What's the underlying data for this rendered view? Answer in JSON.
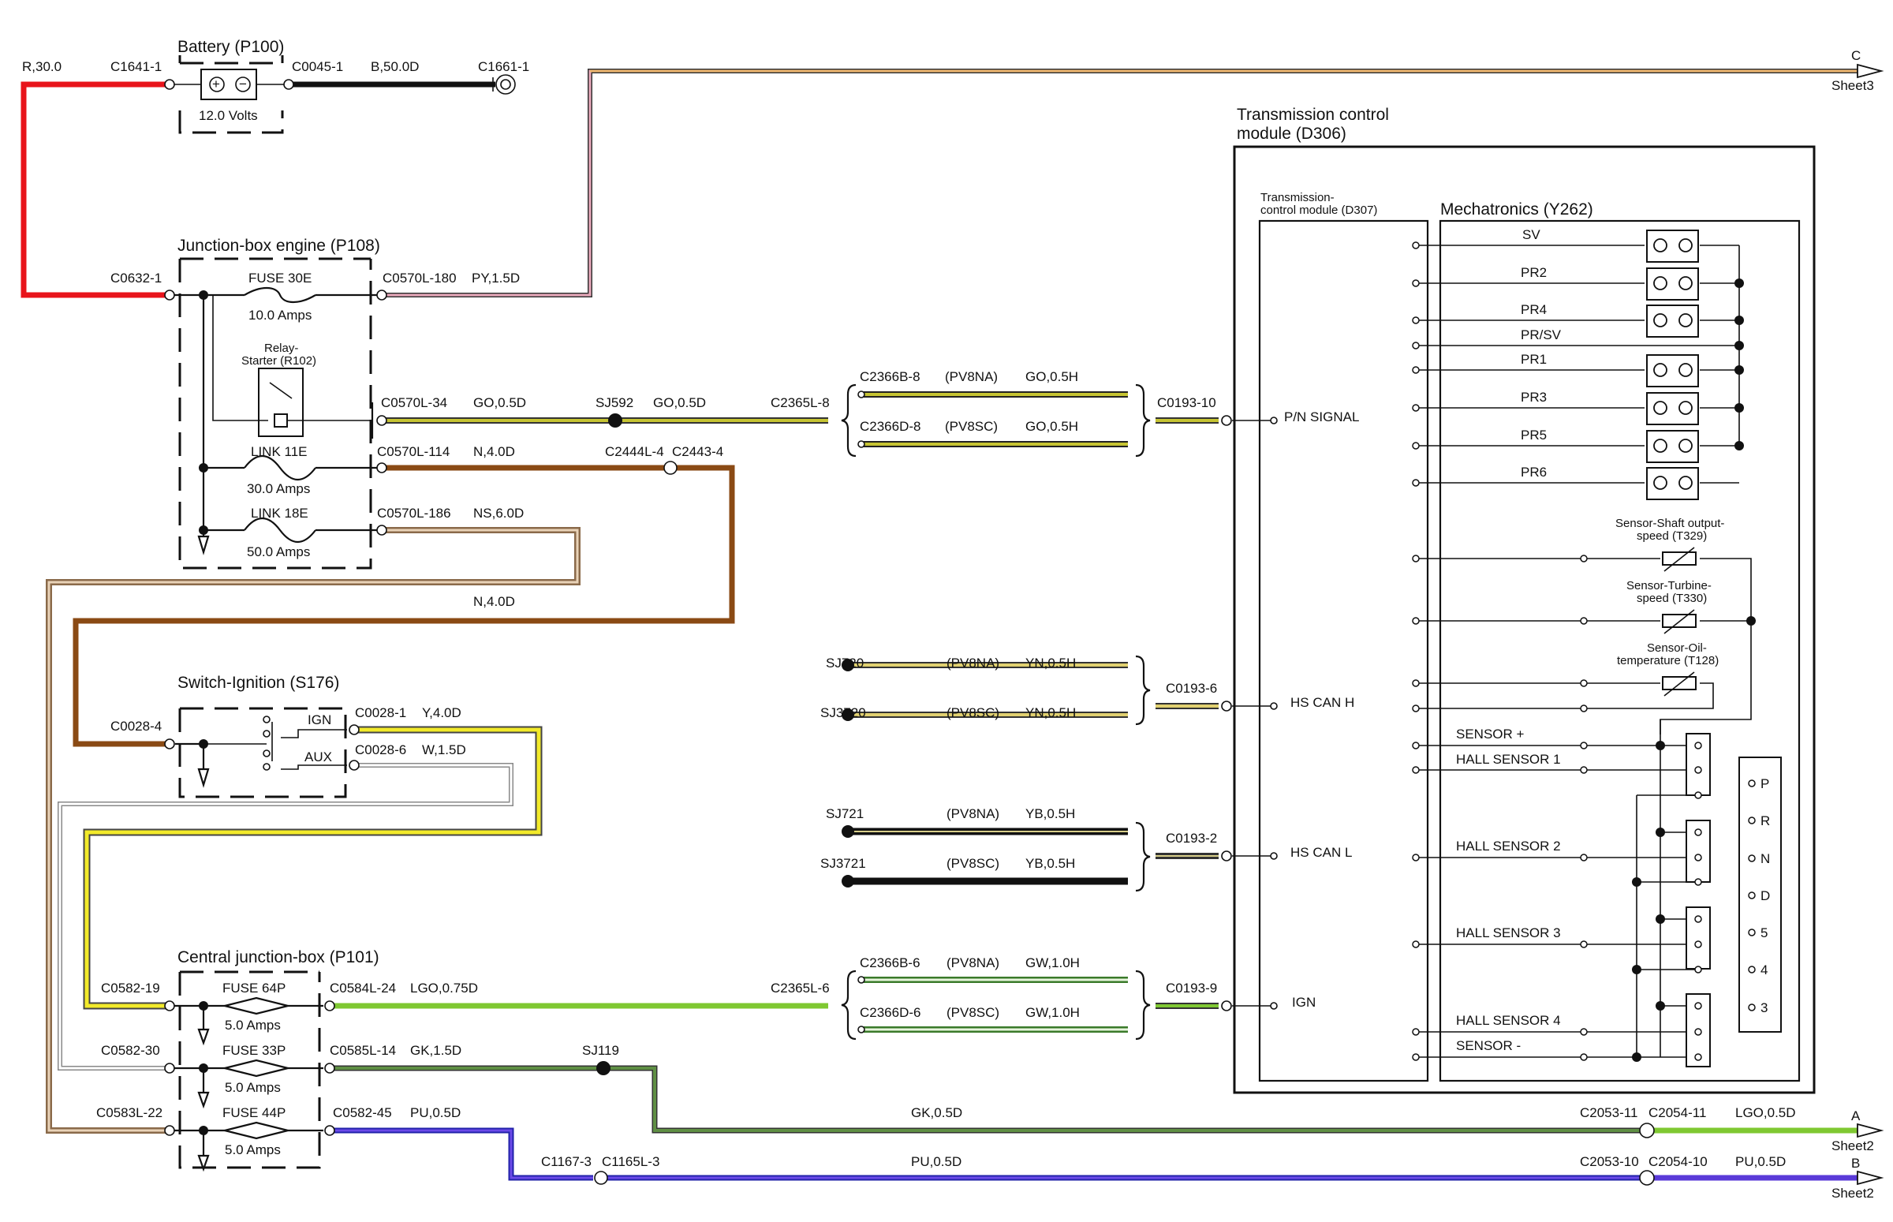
{
  "colors": {
    "red": "#e8141b",
    "black": "#111111",
    "pink": "#e9a9bb",
    "orange": "#f0b870",
    "yellow": "#f2ea2a",
    "brown": "#8a4a14",
    "tan": "#c9a98a",
    "grey": "#b5b5a8",
    "green": "#7fc832",
    "darkgreen": "#5f8f44",
    "gold": "#c6c433",
    "purple": "#5a3ad8"
  },
  "components": {
    "battery": {
      "title": "Battery (P100)",
      "voltage": "12.0 Volts"
    },
    "junction_box_engine": {
      "title": "Junction-box engine (P108)"
    },
    "relay": {
      "line1": "Relay-",
      "line2": "Starter (R102)"
    },
    "switch_ignition": {
      "title": "Switch-Ignition (S176)",
      "ign": "IGN",
      "aux": "AUX"
    },
    "central_junction_box": {
      "title": "Central junction-box (P101)"
    },
    "tcm": {
      "line1": "Transmission control",
      "line2": "module (D306)"
    },
    "tcm_inner": {
      "line1": "Transmission-",
      "line2": "control module (D307)"
    },
    "mechatronics": {
      "title": "Mechatronics (Y262)"
    }
  },
  "fuses": {
    "fuse30e": {
      "name": "FUSE 30E",
      "rating": "10.0 Amps"
    },
    "link11e": {
      "name": "LINK 11E",
      "rating": "30.0 Amps"
    },
    "link18e": {
      "name": "LINK 18E",
      "rating": "50.0 Amps"
    },
    "fuse64p": {
      "name": "FUSE 64P",
      "rating": "5.0 Amps"
    },
    "fuse33p": {
      "name": "FUSE 33P",
      "rating": "5.0 Amps"
    },
    "fuse44p": {
      "name": "FUSE 44P",
      "rating": "5.0 Amps"
    }
  },
  "labels": {
    "r30": "R,30.0",
    "c1641": "C1641-1",
    "c0045": "C0045-1",
    "b50": "B,50.0D",
    "c1661": "C1661-1",
    "c0632": "C0632-1",
    "c0570l180": "C0570L-180",
    "py15": "PY,1.5D",
    "c0570l34": "C0570L-34",
    "go05a": "GO,0.5D",
    "sj592": "SJ592",
    "go05b": "GO,0.5D",
    "c2365l8": "C2365L-8",
    "c0570l114": "C0570L-114",
    "n40a": "N,4.0D",
    "c2444": "C2444L-4",
    "c2443": "C2443-4",
    "c0570l186": "C0570L-186",
    "ns60": "NS,6.0D",
    "n40b": "N,4.0D",
    "c2366b8": "C2366B-8",
    "pv8na1": "(PV8NA)",
    "go05h1": "GO,0.5H",
    "c2366d8": "C2366D-8",
    "pv8sc1": "(PV8SC)",
    "go05h2": "GO,0.5H",
    "c019310": "C0193-10",
    "sj720": "SJ720",
    "pv8na2": "(PV8NA)",
    "yn05h1": "YN,0.5H",
    "sj3720": "SJ3720",
    "pv8sc2": "(PV8SC)",
    "yn05h2": "YN,0.5H",
    "c01936": "C0193-6",
    "sj721": "SJ721",
    "pv8na3": "(PV8NA)",
    "yb05h1": "YB,0.5H",
    "sj3721": "SJ3721",
    "pv8sc3": "(PV8SC)",
    "yb05h2": "YB,0.5H",
    "c01932": "C0193-2",
    "c2366b6": "C2366B-6",
    "pv8na4": "(PV8NA)",
    "gw10h1": "GW,1.0H",
    "c2366d6": "C2366D-6",
    "pv8sc4": "(PV8SC)",
    "gw10h2": "GW,1.0H",
    "c01939": "C0193-9",
    "c2365l6": "C2365L-6",
    "c00284": "C0028-4",
    "c00281": "C0028-1",
    "y40": "Y,4.0D",
    "c00286": "C0028-6",
    "w15": "W,1.5D",
    "c058219": "C0582-19",
    "c0584l24": "C0584L-24",
    "lgo075": "LGO,0.75D",
    "c058230": "C0582-30",
    "c0585l14": "C0585L-14",
    "gk15": "GK,1.5D",
    "sj119": "SJ119",
    "c0583l22": "C0583L-22",
    "c058245": "C0582-45",
    "pu05a": "PU,0.5D",
    "gk05": "GK,0.5D",
    "c205311": "C2053-11",
    "c205411": "C2054-11",
    "lgo05": "LGO,0.5D",
    "c11673": "C1167-3",
    "c1165l3": "C1165L-3",
    "pu05b": "PU,0.5D",
    "c205310": "C2053-10",
    "c205410": "C2054-10",
    "pu05c": "PU,0.5D"
  },
  "pins": {
    "pn_signal": "P/N SIGNAL",
    "hs_can_h": "HS CAN H",
    "hs_can_l": "HS CAN L",
    "ign": "IGN"
  },
  "solenoids": [
    "SV",
    "PR2",
    "PR4",
    "PR/SV",
    "PR1",
    "PR3",
    "PR5",
    "PR6"
  ],
  "sensors": {
    "shaft1": "Sensor-Shaft output-",
    "shaft2": "speed (T329)",
    "turbine1": "Sensor-Turbine-",
    "turbine2": "speed (T330)",
    "oil1": "Sensor-Oil-",
    "oil2": "temperature (T128)"
  },
  "hall": {
    "sensor_plus": "SENSOR +",
    "h1": "HALL SENSOR 1",
    "h2": "HALL SENSOR 2",
    "h3": "HALL SENSOR 3",
    "h4": "HALL SENSOR 4",
    "sensor_minus": "SENSOR -"
  },
  "gear_positions": [
    "P",
    "R",
    "N",
    "D",
    "5",
    "4",
    "3"
  ],
  "offpage": {
    "c": {
      "letter": "C",
      "sheet": "Sheet3"
    },
    "a": {
      "letter": "A",
      "sheet": "Sheet2"
    },
    "b": {
      "letter": "B",
      "sheet": "Sheet2"
    }
  }
}
